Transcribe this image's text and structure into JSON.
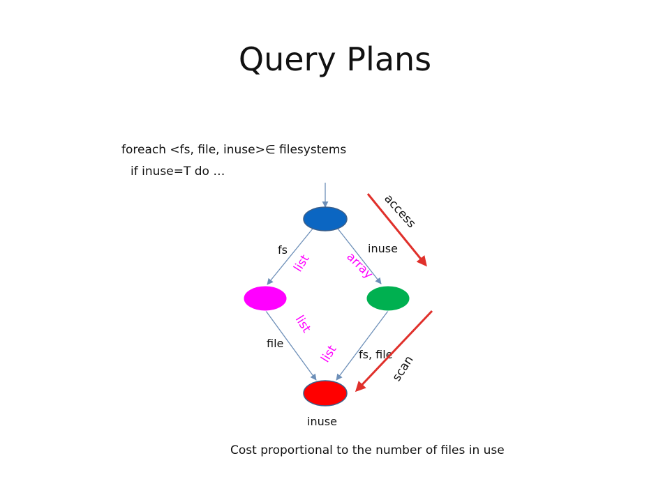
{
  "title": "Query Plans",
  "code": {
    "line1": "foreach <fs, file, inuse>∈ filesystems",
    "line2": "if inuse=T do …"
  },
  "diagram": {
    "nodes": {
      "root": {
        "color": "#0b66c2"
      },
      "left": {
        "color": "#ff00ff"
      },
      "right": {
        "color": "#00b050"
      },
      "bottom": {
        "color": "#ff0000",
        "label": "inuse"
      }
    },
    "edges": {
      "root_left": {
        "label": "fs",
        "annotation": "list"
      },
      "root_right": {
        "label": "inuse",
        "annotation": "array"
      },
      "left_bottom": {
        "label": "file",
        "annotation": "list"
      },
      "right_bottom": {
        "label": "fs, file",
        "annotation": "list"
      }
    },
    "arrows": {
      "access": {
        "label": "access",
        "color": "#e0302b"
      },
      "scan": {
        "label": "scan",
        "color": "#e0302b"
      }
    },
    "annotation_color": "#ff00ff",
    "edge_color": "#6d8fb8"
  },
  "caption": "Cost proportional to the number of files in use"
}
